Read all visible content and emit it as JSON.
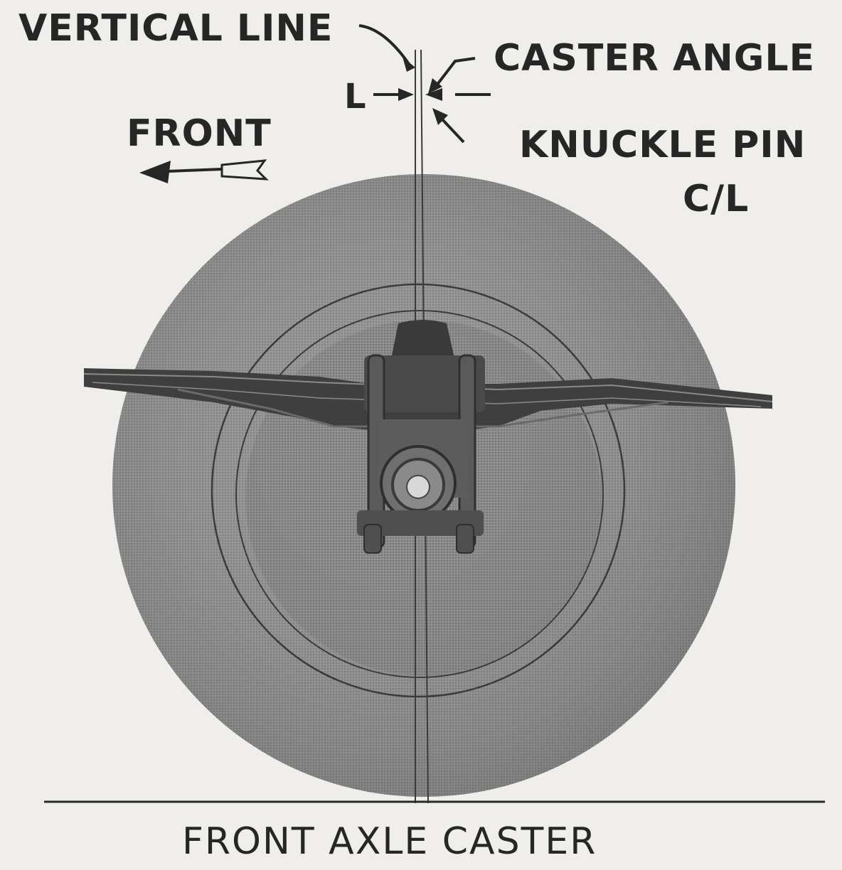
{
  "labels": {
    "vertical_line": "VERTICAL LINE",
    "caster_angle": "CASTER ANGLE",
    "l": "L",
    "front": "FRONT",
    "knuckle_pin_line1": "KNUCKLE PIN",
    "knuckle_pin_line2": "C/L"
  },
  "caption": "FRONT AXLE CASTER",
  "colors": {
    "ink": "#262626",
    "paper": "#efeeeb",
    "wheel_outer": "#8d8d8d",
    "wheel_inner": "#7a7a7a",
    "spring": "#3f3f3f",
    "knuckle": "#555555"
  }
}
